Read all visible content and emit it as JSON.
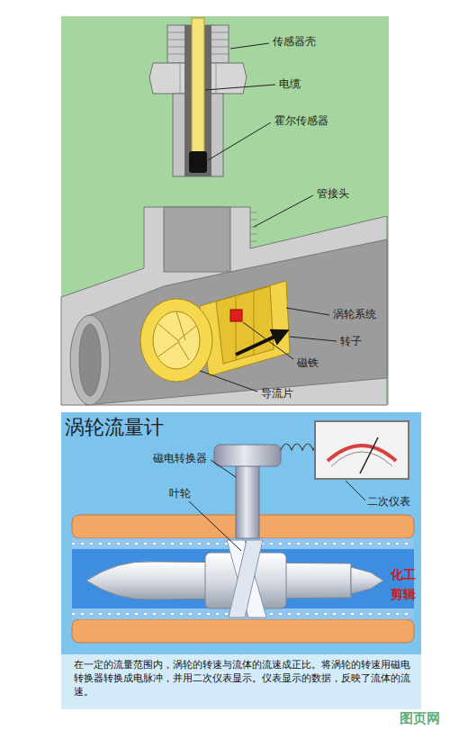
{
  "diagram": {
    "title": "涡轮流量计",
    "caption": "在一定的流量范围内，涡轮的转速与流体的流速成正比。将涡轮的转速用磁电转换器转换成电脉冲，并用二次仪表显示。仪表显示的数据，反映了流体的流速。",
    "labels": [
      "传感器壳",
      "电缆",
      "霍尔传感器",
      "管接头",
      "涡轮系统",
      "转子",
      "磁铁",
      "导流片",
      "磁电转换器",
      "叶轮",
      "二次仪表",
      "化工",
      "剪辑",
      "图页网"
    ]
  }
}
